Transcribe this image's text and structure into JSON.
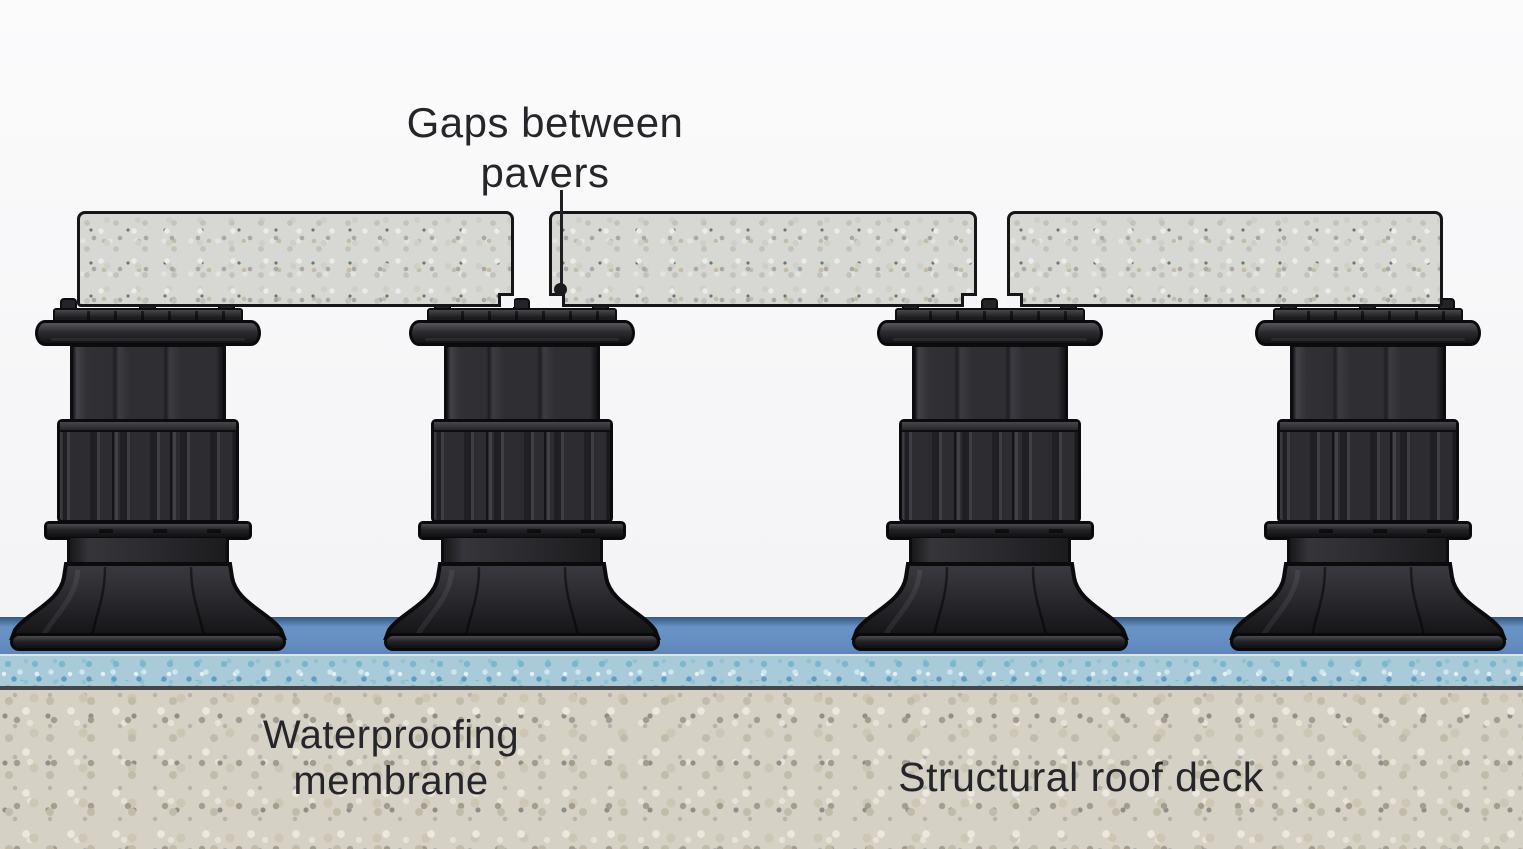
{
  "labels": {
    "gaps": {
      "line1": "Gaps between",
      "line2": "pavers"
    },
    "membrane": {
      "line1": "Waterproofing",
      "line2": "membrane"
    },
    "deck": {
      "line1": "Structural roof deck"
    }
  },
  "scene": {
    "paver_count": 3,
    "pedestal_count": 4
  },
  "colors": {
    "background": "#f5f5f7",
    "paver_base": "#d7d7d3",
    "pedestal_body": "#2b2b2f",
    "membrane_blue": "#6690c3",
    "membrane_texture": "#a9cad9",
    "deck_concrete": "#d5d1c4",
    "label_text": "#26262a"
  }
}
